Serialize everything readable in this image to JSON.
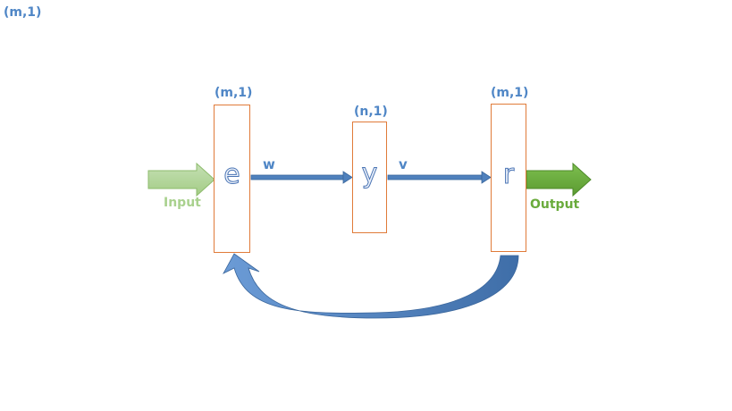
{
  "corner_label": "(m,1)",
  "nodes": {
    "e": {
      "symbol": "e",
      "dims": "(m,1)"
    },
    "y": {
      "symbol": "y",
      "dims": "(n,1)"
    },
    "r": {
      "symbol": "r",
      "dims": "(m,1)"
    }
  },
  "edges": {
    "e_to_y": {
      "label": "w"
    },
    "y_to_r": {
      "label": "v"
    }
  },
  "io": {
    "input_label": "Input",
    "output_label": "Output"
  },
  "colors": {
    "blue_text": "#4f86c6",
    "box_border": "#e07b39",
    "arrow_blue": "#4f81bd",
    "input_green": "#a9d18e",
    "output_green": "#6aab3c"
  }
}
